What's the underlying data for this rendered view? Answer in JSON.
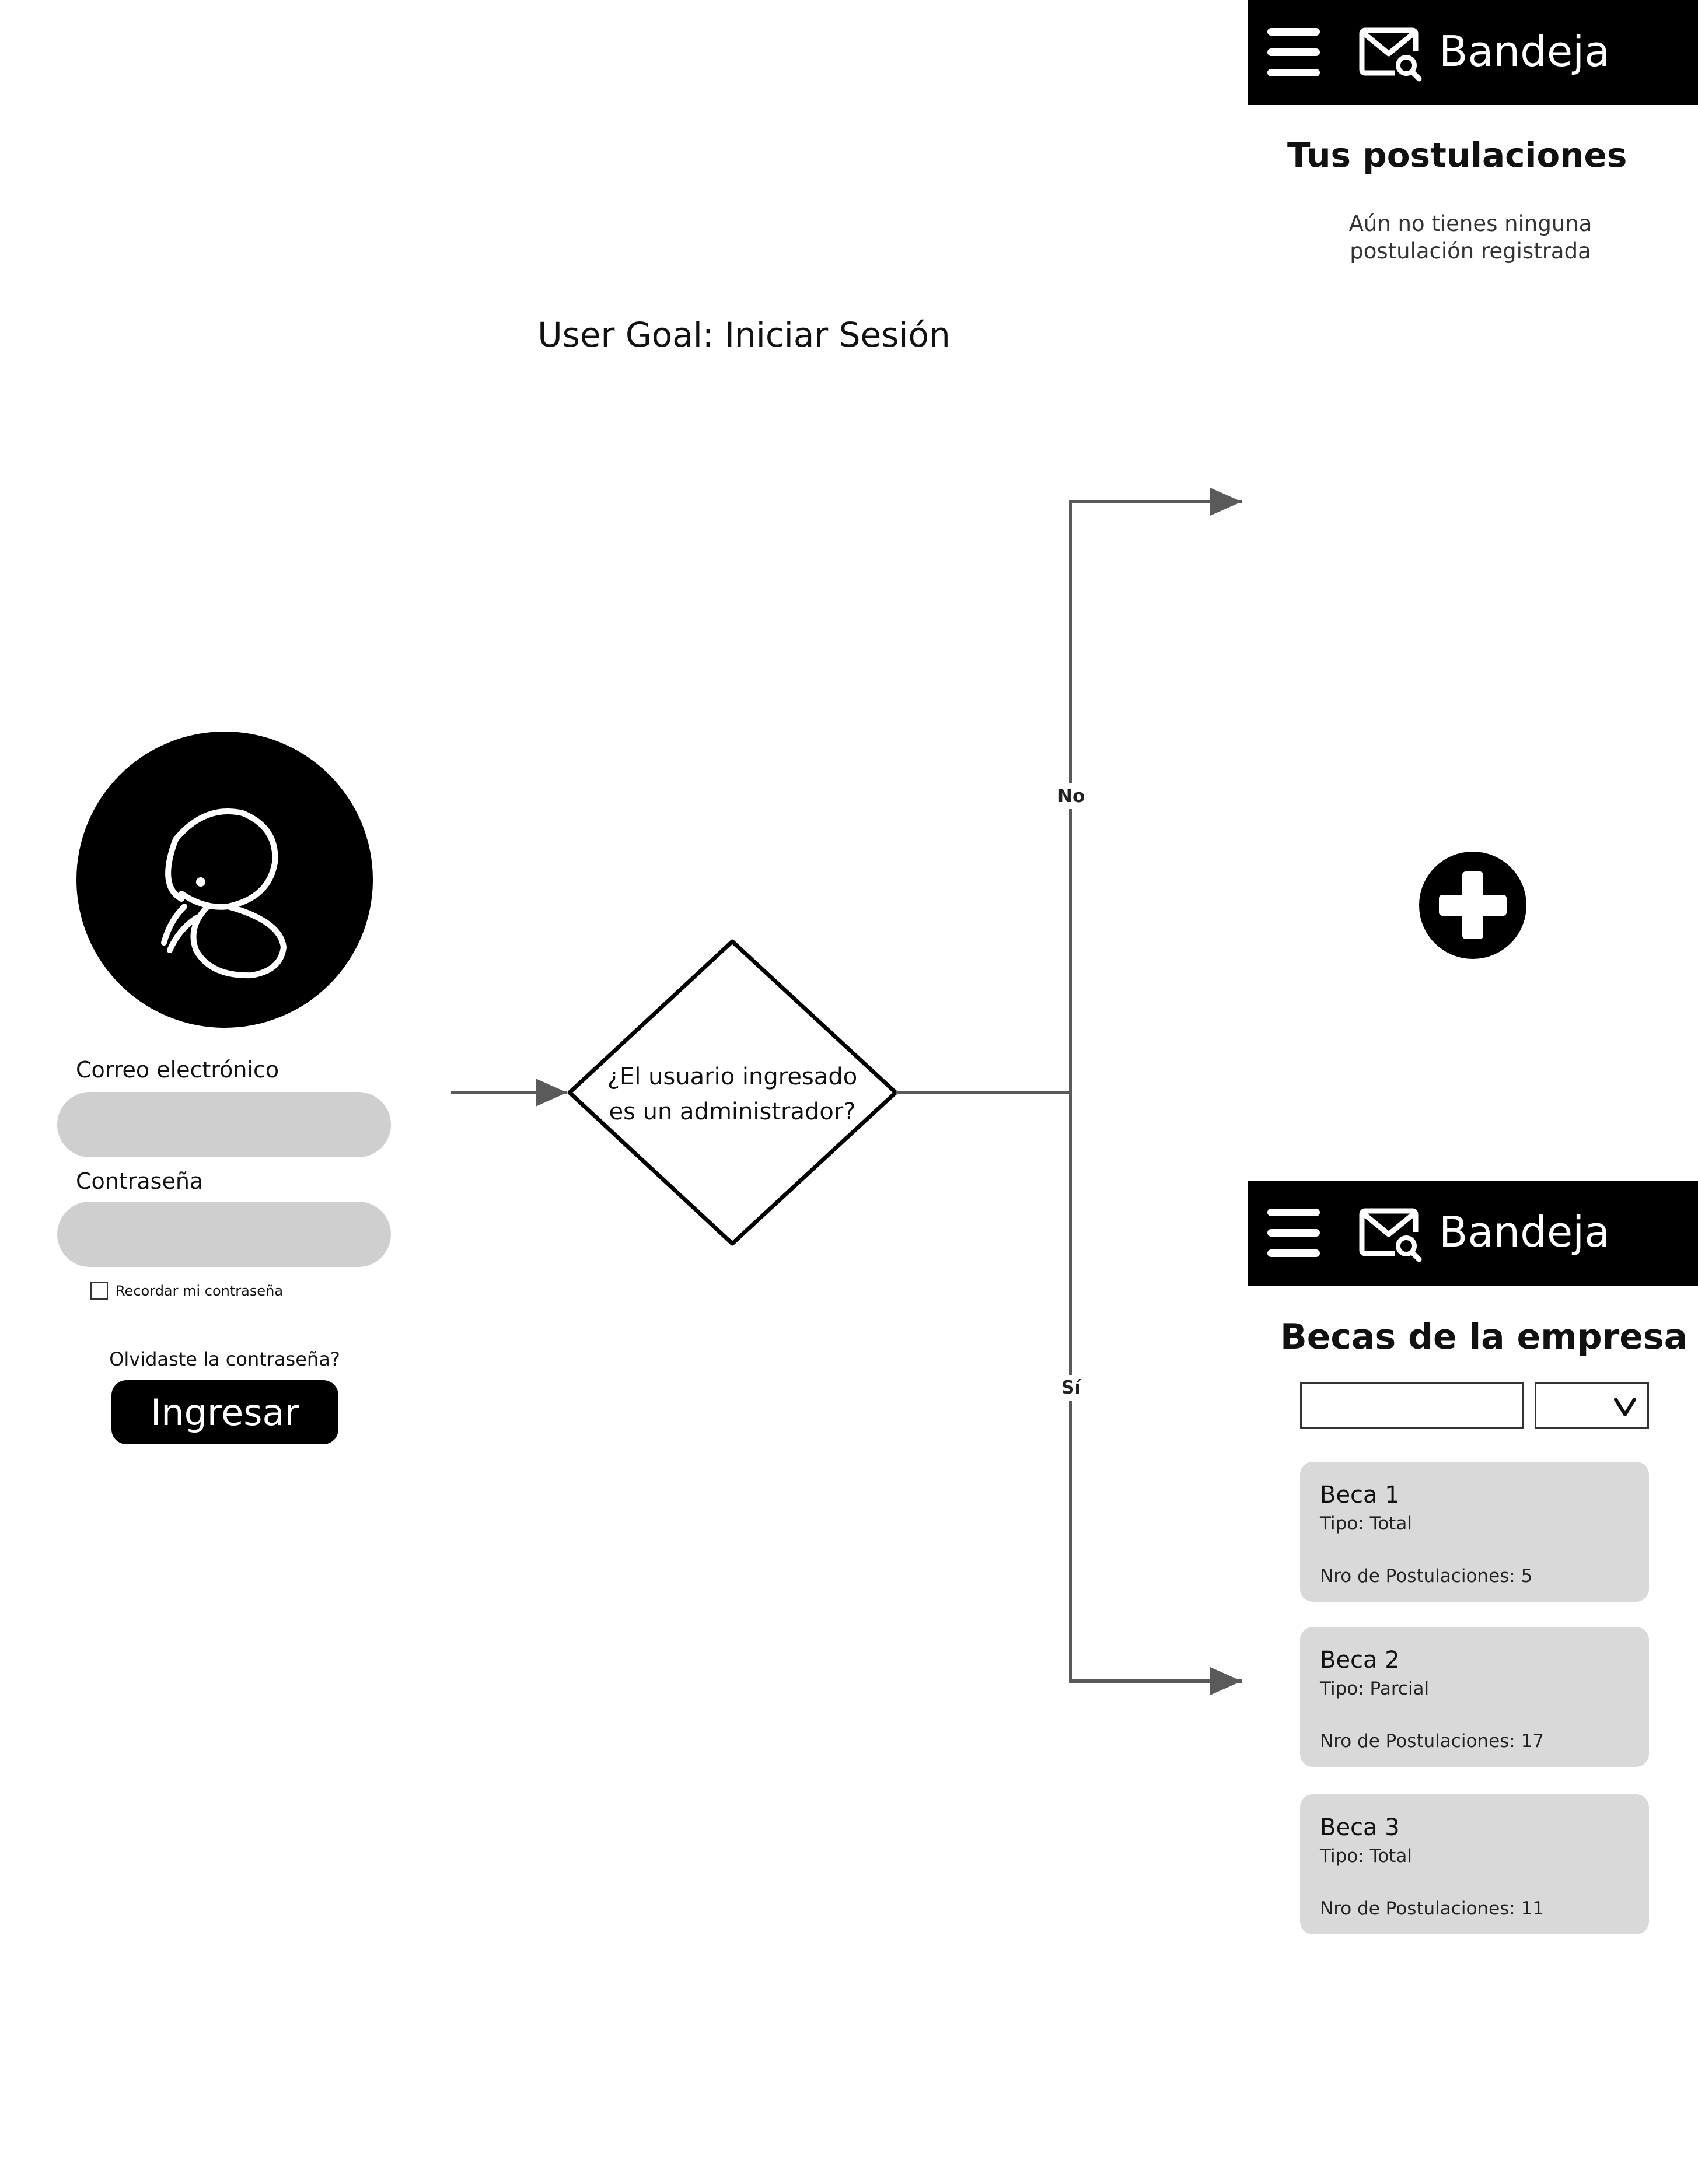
{
  "diagram": {
    "title": "User Goal: Iniciar Sesión",
    "decision": {
      "line1": "¿El usuario ingresado",
      "line2": "es un administrador?"
    },
    "branch_no": "No",
    "branch_yes": "Sí"
  },
  "login": {
    "logo_icon": "swan-s-logo-icon",
    "email_label": "Correo electrónico",
    "password_label": "Contraseña",
    "remember_label": "Recordar mi contraseña",
    "forgot_link": "Olvidaste la contraseña?",
    "submit_label": "Ingresar"
  },
  "user_screen": {
    "header": {
      "menu_icon": "hamburger-menu-icon",
      "mail_icon": "mail-search-icon",
      "title": "Bandeja"
    },
    "section_title": "Tus postulaciones",
    "empty_line1": "Aún no tienes ninguna",
    "empty_line2": "postulación registrada",
    "add_icon": "plus-circle-icon"
  },
  "admin_screen": {
    "header": {
      "menu_icon": "hamburger-menu-icon",
      "mail_icon": "mail-search-icon",
      "title": "Bandeja"
    },
    "section_title": "Becas de la empresa",
    "filter_icon": "chevron-down-icon",
    "cards": [
      {
        "title": "Beca 1",
        "type": "Tipo: Total",
        "count": "Nro de Postulaciones: 5"
      },
      {
        "title": "Beca 2",
        "type": "Tipo: Parcial",
        "count": "Nro de Postulaciones: 17"
      },
      {
        "title": "Beca 3",
        "type": "Tipo: Total",
        "count": "Nro de Postulaciones: 11"
      }
    ]
  },
  "colors": {
    "background": "#ffffff",
    "ink": "#000000",
    "connector": "#5a5a5a",
    "input_fill": "#cfcfcf",
    "card_fill": "#d9d9d9"
  }
}
